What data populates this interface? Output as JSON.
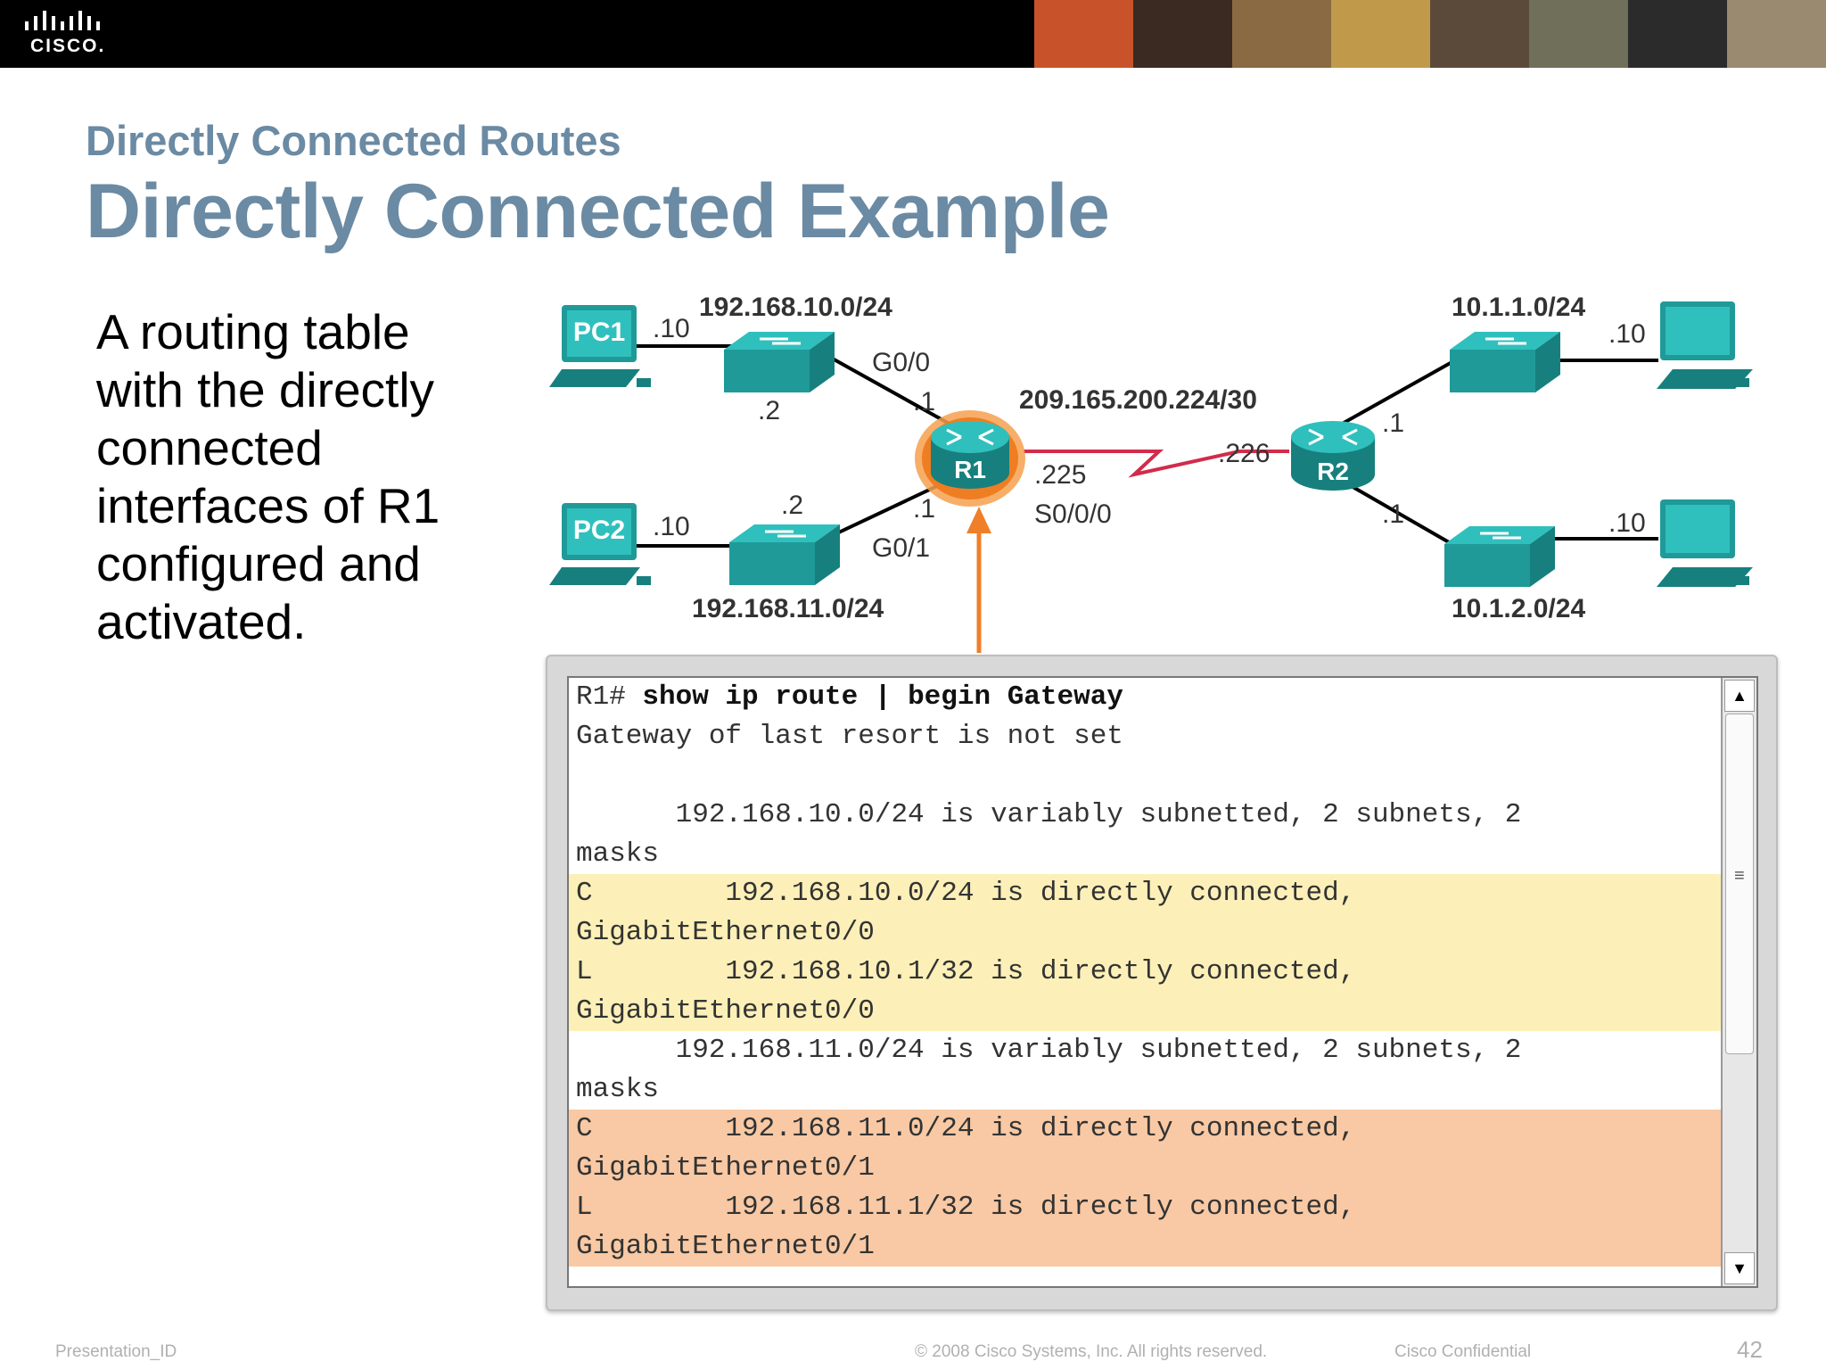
{
  "header": {
    "logo_text": "CISCO.",
    "photos": [
      "#c8532a",
      "#3a2a22",
      "#8a6a42",
      "#c09a4a",
      "#5b4a3a",
      "#6f6f5a",
      "#2b2b2b",
      "#9a8a70"
    ]
  },
  "slide": {
    "kicker": "Directly Connected Routes",
    "title": "Directly Connected Example",
    "body": "A routing table with the directly connected interfaces of R1 configured and activated."
  },
  "diagram": {
    "pc1": "PC1",
    "pc2": "PC2",
    "r1": "R1",
    "r2": "R2",
    "net_192_10": "192.168.10.0/24",
    "net_192_11": "192.168.11.0/24",
    "net_10_1_1": "10.1.1.0/24",
    "net_10_1_2": "10.1.2.0/24",
    "net_wan": "209.165.200.224/30",
    "pc1_host": ".10",
    "pc2_host": ".10",
    "sw1_host": ".2",
    "sw2_host": ".2",
    "r1_g00": "G0/0",
    "r1_g00_host": ".1",
    "r1_g01": "G0/1",
    "r1_g01_host": ".1",
    "r1_s000_host": ".225",
    "r1_s000": "S0/0/0",
    "r2_s_host": ".226",
    "r2_top_host": ".1",
    "r2_bottom_host": ".1",
    "pc3_host": ".10",
    "pc4_host": ".10"
  },
  "console": {
    "line1_prompt": "R1# ",
    "line1_cmd": "show ip route | begin Gateway",
    "line2": "Gateway of last resort is not set",
    "line3": "",
    "line4": "      192.168.10.0/24 is variably subnetted, 2 subnets, 2",
    "line5": "masks",
    "line6": "C        192.168.10.0/24 is directly connected,",
    "line7": "GigabitEthernet0/0",
    "line8": "L        192.168.10.1/32 is directly connected,",
    "line9": "GigabitEthernet0/0",
    "line10": "      192.168.11.0/24 is variably subnetted, 2 subnets, 2",
    "line11": "masks",
    "line12": "C        192.168.11.0/24 is directly connected,",
    "line13": "GigabitEthernet0/1",
    "line14": "L        192.168.11.1/32 is directly connected,",
    "line15": "GigabitEthernet0/1",
    "highlight_yellow": "#fcf0b8",
    "highlight_orange": "#f8c9a4"
  },
  "footer": {
    "presentation_id": "Presentation_ID",
    "copyright": "© 2008 Cisco Systems, Inc. All rights reserved.",
    "confidential": "Cisco Confidential",
    "page_number": "42"
  }
}
